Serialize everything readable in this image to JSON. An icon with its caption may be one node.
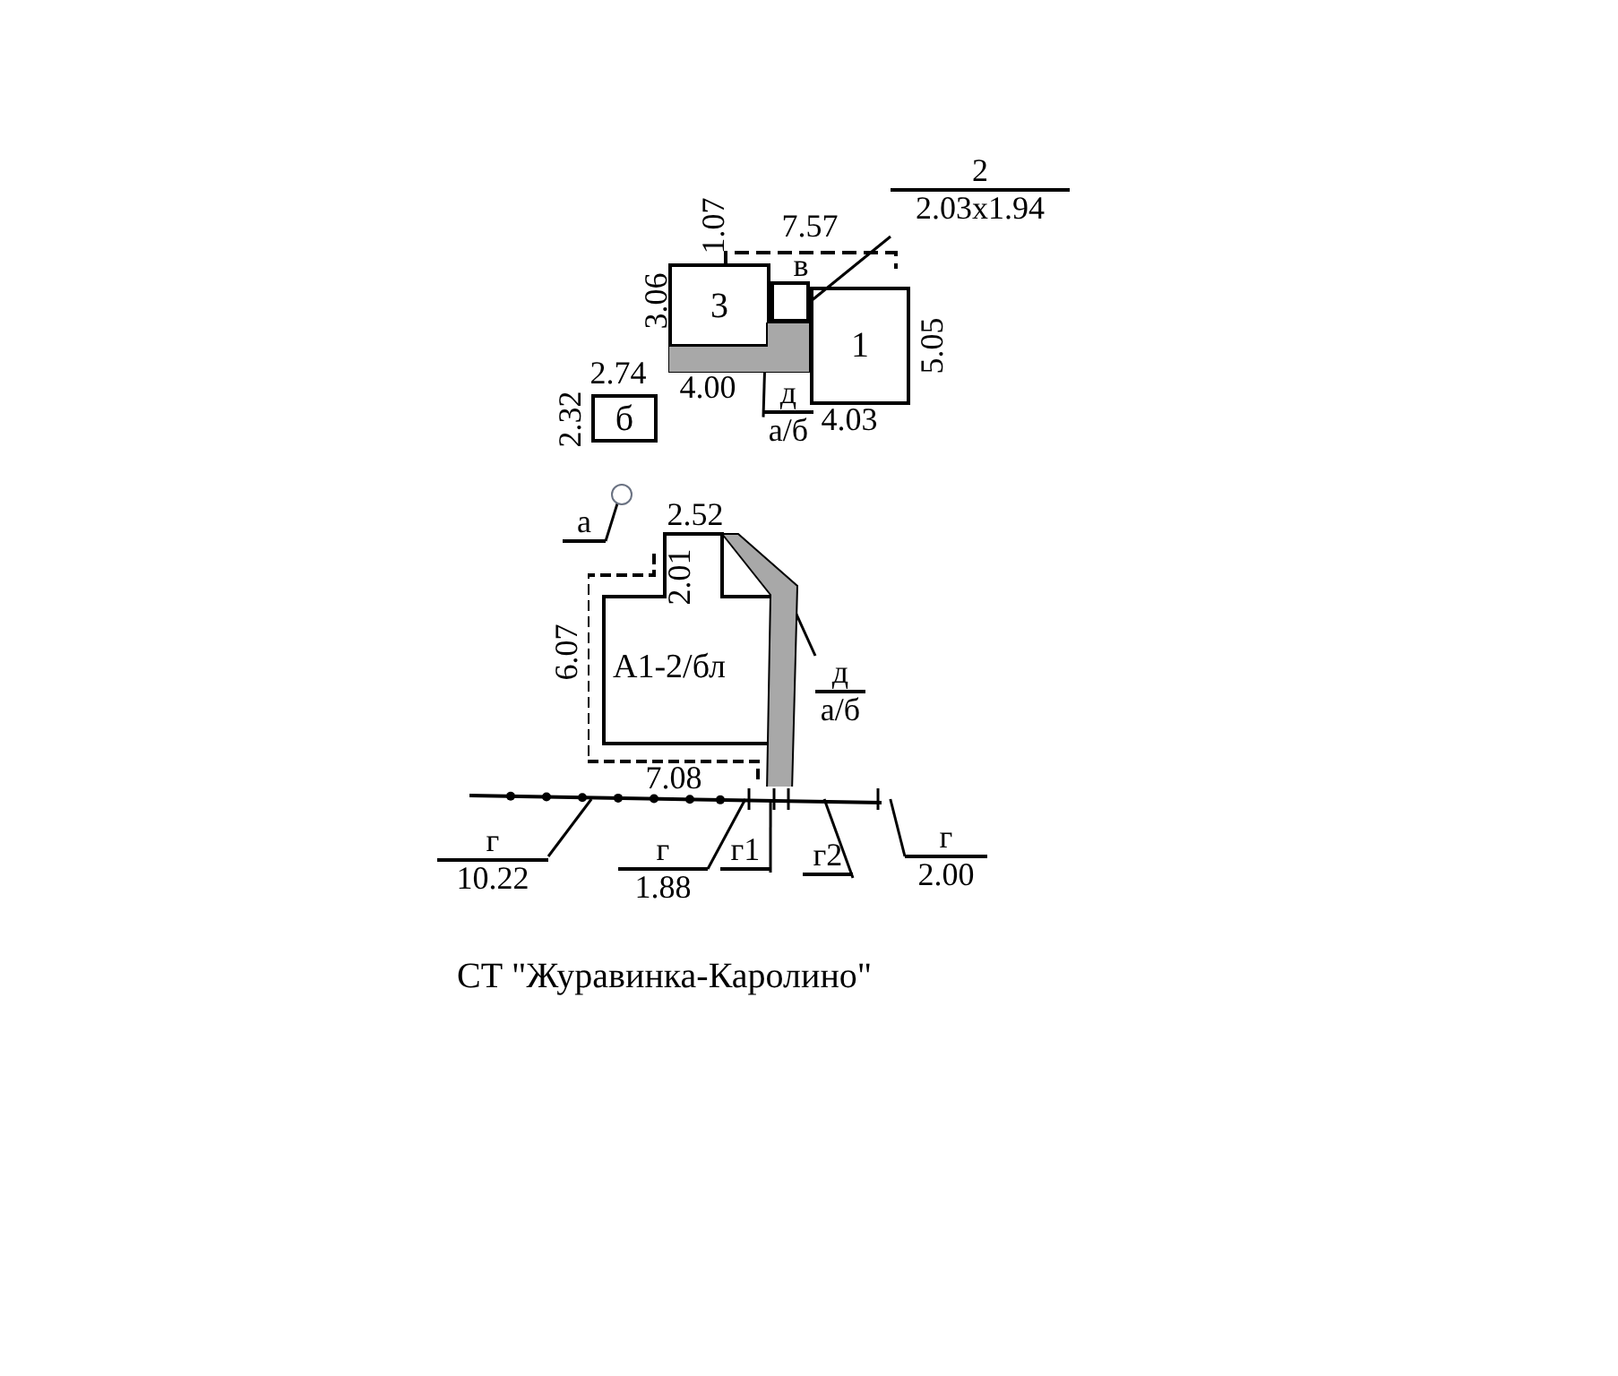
{
  "diagram": {
    "caption": "СТ \"Журавинка-Каролино\"",
    "nodes": [
      {
        "text": [
          "3"
        ]
      },
      {
        "text": [
          "2",
          "2.03x1.94"
        ]
      },
      {
        "text": [],
        "shape": "box"
      },
      {
        "text": [
          "1"
        ]
      },
      {
        "text": [
          "б"
        ]
      },
      {
        "text": [
          "д",
          "а/б"
        ]
      },
      {
        "text": [],
        "shape": "box"
      },
      {
        "text": [
          "а"
        ]
      },
      {
        "text": [],
        "shape": "circle"
      },
      {
        "text": [
          "А1-2/бл"
        ]
      },
      {
        "text": [
          "д",
          "а/б"
        ]
      },
      {
        "text": [],
        "shape": "bar"
      },
      {
        "text": [
          "г",
          "10.22"
        ]
      },
      {
        "text": [
          "г",
          "1.88"
        ]
      },
      {
        "text": [
          "г1"
        ]
      },
      {
        "text": [
          "г2"
        ]
      },
      {
        "text": [
          "г",
          "2.00"
        ]
      },
      {
        "text": [],
        "shape": "bar"
      }
    ],
    "edges": [
      {
        "from": 1,
        "to": 2,
        "arrow": "none"
      },
      {
        "from": 5,
        "to": 6,
        "arrow": "none"
      },
      {
        "from": 7,
        "to": 8,
        "arrow": "none"
      },
      {
        "from": 10,
        "to": 11,
        "arrow": "none"
      },
      {
        "from": 12,
        "to": 17,
        "arrow": "none"
      },
      {
        "from": 13,
        "to": 17,
        "arrow": "none"
      },
      {
        "from": 14,
        "to": 17,
        "arrow": "none"
      },
      {
        "from": 15,
        "to": 17,
        "arrow": "none"
      },
      {
        "from": 16,
        "to": 17,
        "arrow": "none"
      }
    ],
    "labels": [
      "1.07",
      "7.57",
      "в",
      "3.06",
      "5.05",
      "2.74",
      "4.00",
      "4.03",
      "2.32",
      "2.52",
      "2.01",
      "6.07",
      "7.08"
    ]
  }
}
